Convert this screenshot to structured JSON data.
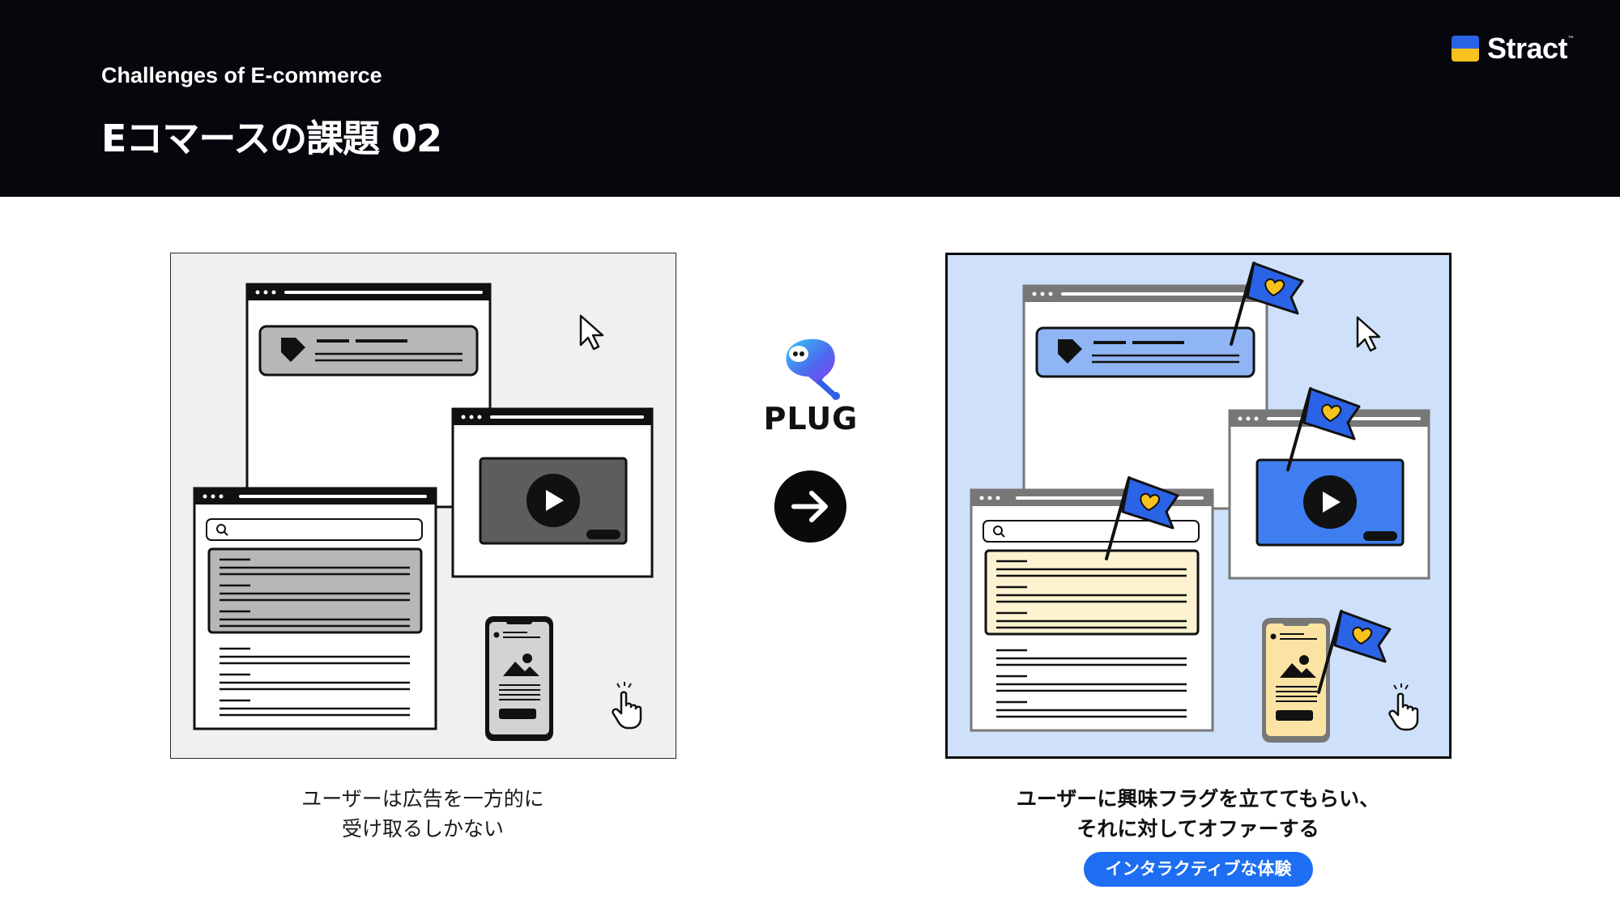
{
  "header": {
    "subtitle": "Challenges of E-commerce",
    "title": "Eコマースの課題 02"
  },
  "logo": {
    "text": "Stract",
    "trademark": "™"
  },
  "left_panel": {
    "caption_line1": "ユーザーは広告を一方的に",
    "caption_line2": "受け取るしかない"
  },
  "center": {
    "brand": "PLUG"
  },
  "right_panel": {
    "caption_line1": "ユーザーに興味フラグを立ててもらい、",
    "caption_line2": "それに対してオファーする",
    "badge": "インタラクティブな体験"
  },
  "colors": {
    "header_bg": "#06070d",
    "accent_blue": "#1d6ef2",
    "panel_right_bg": "#cfe1fa",
    "highlight_blue": "#8fb5f5",
    "video_blue": "#3f7ef0",
    "cream": "#fdf3d0",
    "phone_yellow": "#fbe4a3",
    "heart_yellow": "#f7c21e"
  }
}
